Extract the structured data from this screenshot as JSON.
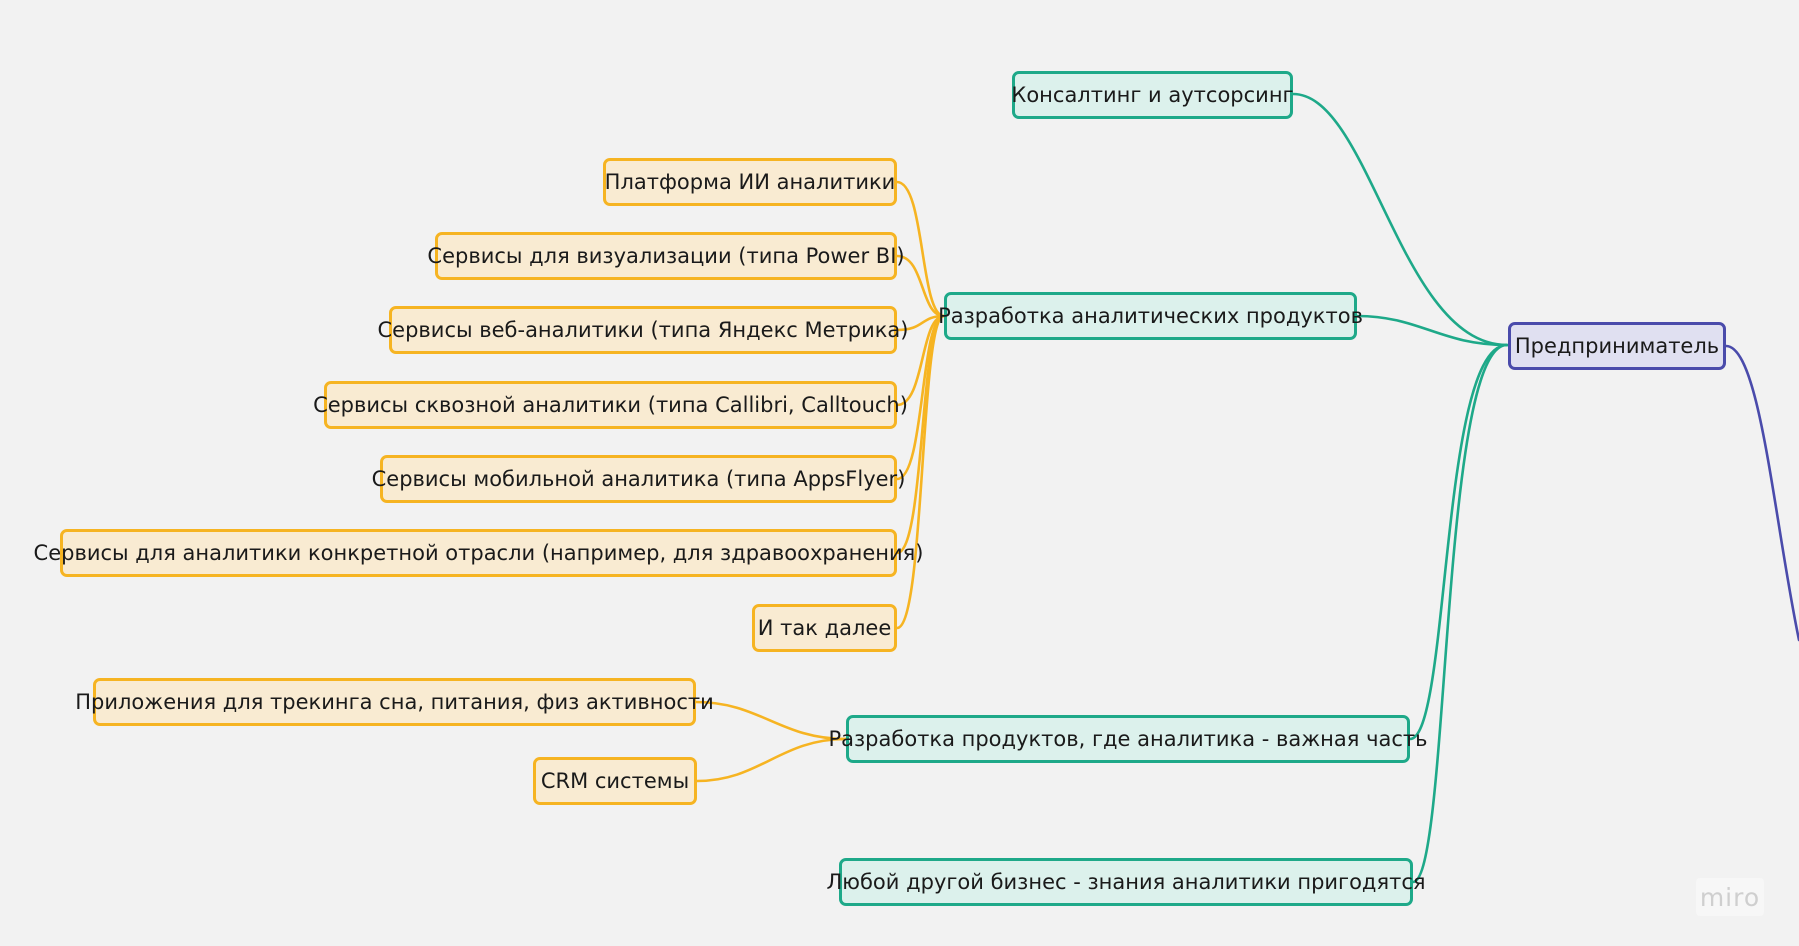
{
  "diagram": {
    "root": {
      "label": "Предприниматель",
      "color": "#4a4bab"
    },
    "branches": [
      {
        "label": "Консалтинг и аутсорсинг",
        "color": "#1ea989"
      },
      {
        "label": "Разработка аналитических продуктов",
        "color": "#1ea989",
        "children": [
          "Платформа ИИ аналитики",
          "Сервисы для визуализации (типа Power BI)",
          "Сервисы веб-аналитики (типа Яндекс Метрика)",
          "Сервисы сквозной аналитики  (типа Callibri, Calltouch)",
          "Сервисы мобильной аналитика (типа AppsFlyer)",
          "Сервисы для аналитики конкретной отрасли (например, для здравоохранения)",
          "И так далее"
        ]
      },
      {
        "label": "Разработка продуктов, где аналитика - важная часть",
        "color": "#1ea989",
        "children": [
          "Приложения для трекинга сна, питания, физ активности",
          "CRM системы"
        ]
      },
      {
        "label": "Любой другой бизнес - знания аналитики пригодятся",
        "color": "#1ea989"
      }
    ],
    "leaf_color": "#f6b422"
  },
  "watermark": "miro"
}
